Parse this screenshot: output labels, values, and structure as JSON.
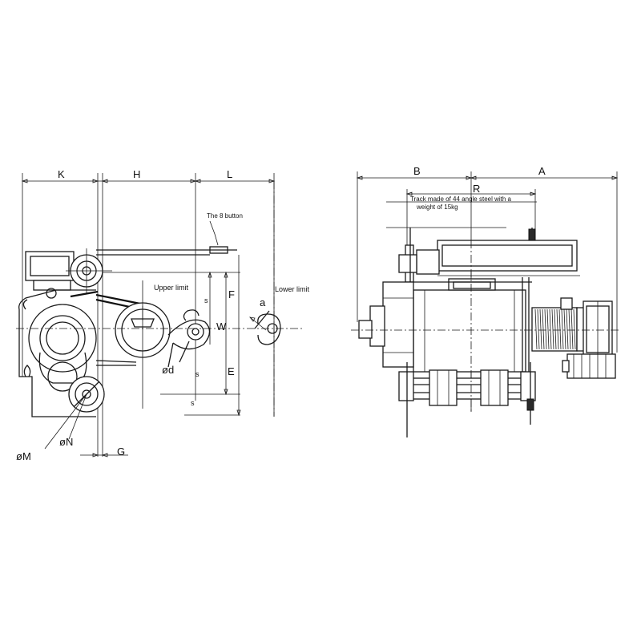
{
  "labels": {
    "K": "K",
    "H": "H",
    "L": "L",
    "B": "B",
    "A": "A",
    "R": "R",
    "F": "F",
    "E": "E",
    "W": "W",
    "G": "G",
    "phiM": "øM",
    "phiN": "øN",
    "phid": "ød",
    "a": "a",
    "s": "s"
  },
  "notes": {
    "button": "The 8 button",
    "upper_limit": "Upper limit",
    "lower_limit": "Lower limit",
    "track_line1": "Track made of 44 angle steel with a",
    "track_line2": "weight of 15kg"
  }
}
